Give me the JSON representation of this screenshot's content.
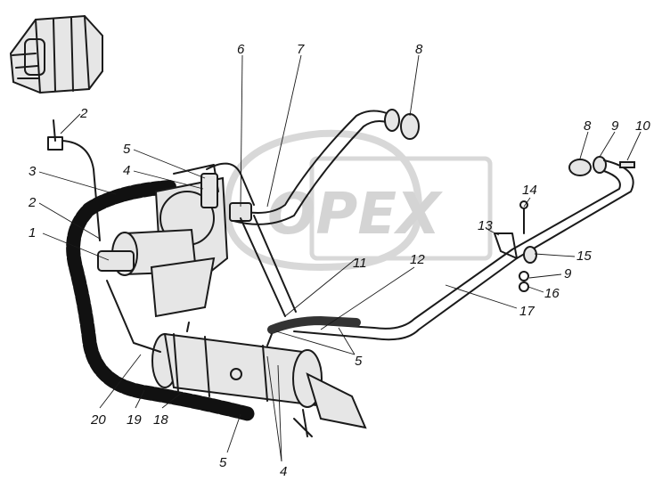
{
  "watermark": {
    "text": "OPEX"
  },
  "callouts": [
    {
      "id": "c1",
      "label": "1"
    },
    {
      "id": "c2a",
      "label": "2"
    },
    {
      "id": "c2b",
      "label": "2"
    },
    {
      "id": "c3",
      "label": "3"
    },
    {
      "id": "c4a",
      "label": "4"
    },
    {
      "id": "c4b",
      "label": "4"
    },
    {
      "id": "c5a",
      "label": "5"
    },
    {
      "id": "c5b",
      "label": "5"
    },
    {
      "id": "c5c",
      "label": "5"
    },
    {
      "id": "c6",
      "label": "6"
    },
    {
      "id": "c7",
      "label": "7"
    },
    {
      "id": "c8a",
      "label": "8"
    },
    {
      "id": "c8b",
      "label": "8"
    },
    {
      "id": "c9a",
      "label": "9"
    },
    {
      "id": "c9b",
      "label": "9"
    },
    {
      "id": "c10",
      "label": "10"
    },
    {
      "id": "c11",
      "label": "11"
    },
    {
      "id": "c12",
      "label": "12"
    },
    {
      "id": "c13",
      "label": "13"
    },
    {
      "id": "c14",
      "label": "14"
    },
    {
      "id": "c15",
      "label": "15"
    },
    {
      "id": "c16",
      "label": "16"
    },
    {
      "id": "c17",
      "label": "17"
    },
    {
      "id": "c18",
      "label": "18"
    },
    {
      "id": "c19",
      "label": "19"
    },
    {
      "id": "c20",
      "label": "20"
    }
  ]
}
